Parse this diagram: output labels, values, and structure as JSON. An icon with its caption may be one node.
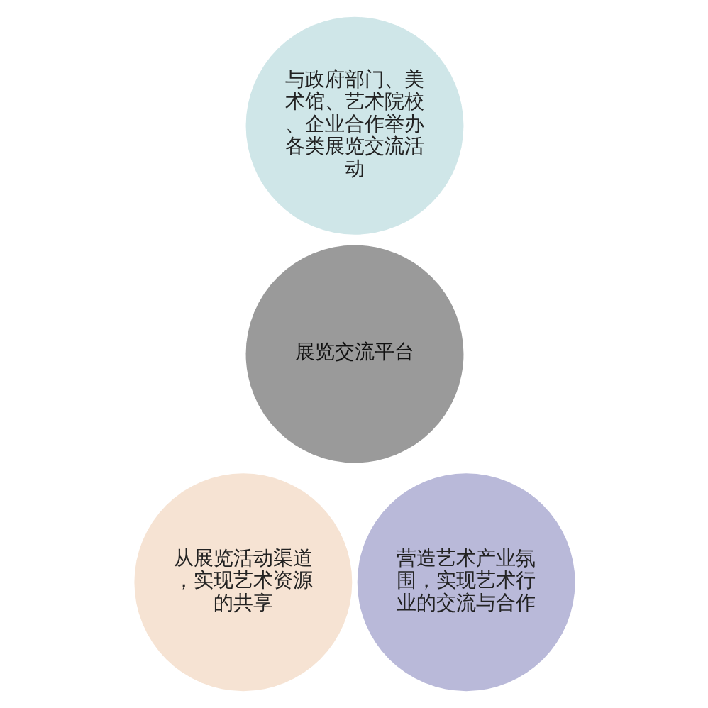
{
  "diagram": {
    "nodes": [
      {
        "text": [
          "与政府部门、美术馆、艺术院校、企业合作举办各类展览交流活动"
        ]
      },
      {
        "text": [
          "展览交流平台"
        ]
      },
      {
        "text": [
          "从展览活动渠道，实现艺术资源的共享"
        ]
      },
      {
        "text": [
          "营造艺术产业氛围，实现艺术行业的交流与合作"
        ]
      }
    ],
    "edges": []
  }
}
